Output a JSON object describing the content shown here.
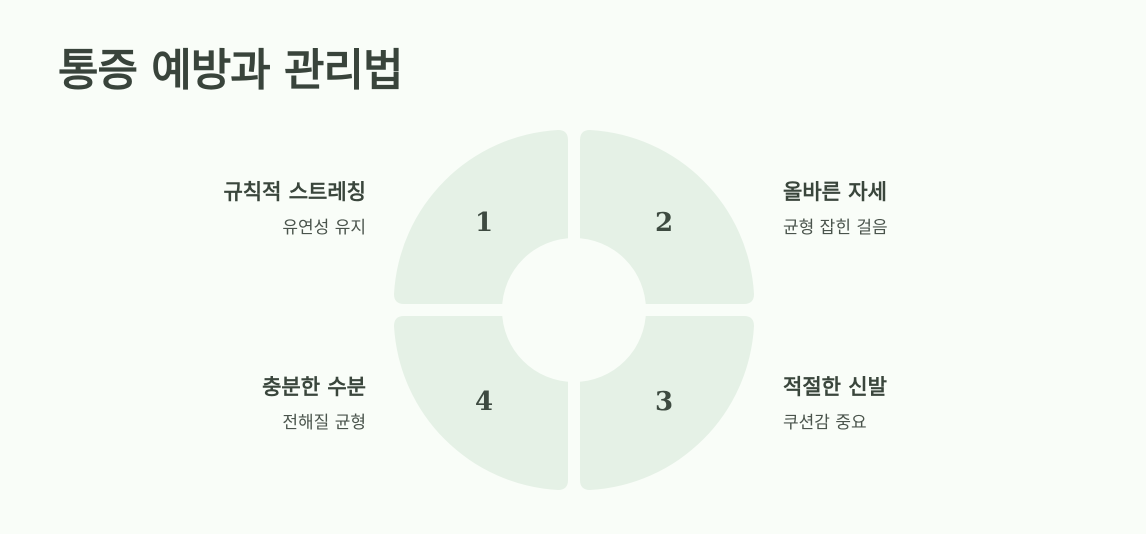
{
  "title": "통증 예방과 관리법",
  "colors": {
    "background": "#f9fdf8",
    "segment_fill": "#e5f1e6",
    "text": "#3a463c"
  },
  "quadrants": [
    {
      "number": "1",
      "heading": "규칙적 스트레칭",
      "description": "유연성 유지"
    },
    {
      "number": "2",
      "heading": "올바른 자세",
      "description": "균형 잡힌 걸음"
    },
    {
      "number": "3",
      "heading": "적절한 신발",
      "description": "쿠션감 중요"
    },
    {
      "number": "4",
      "heading": "충분한 수분",
      "description": "전해질 균형"
    }
  ]
}
